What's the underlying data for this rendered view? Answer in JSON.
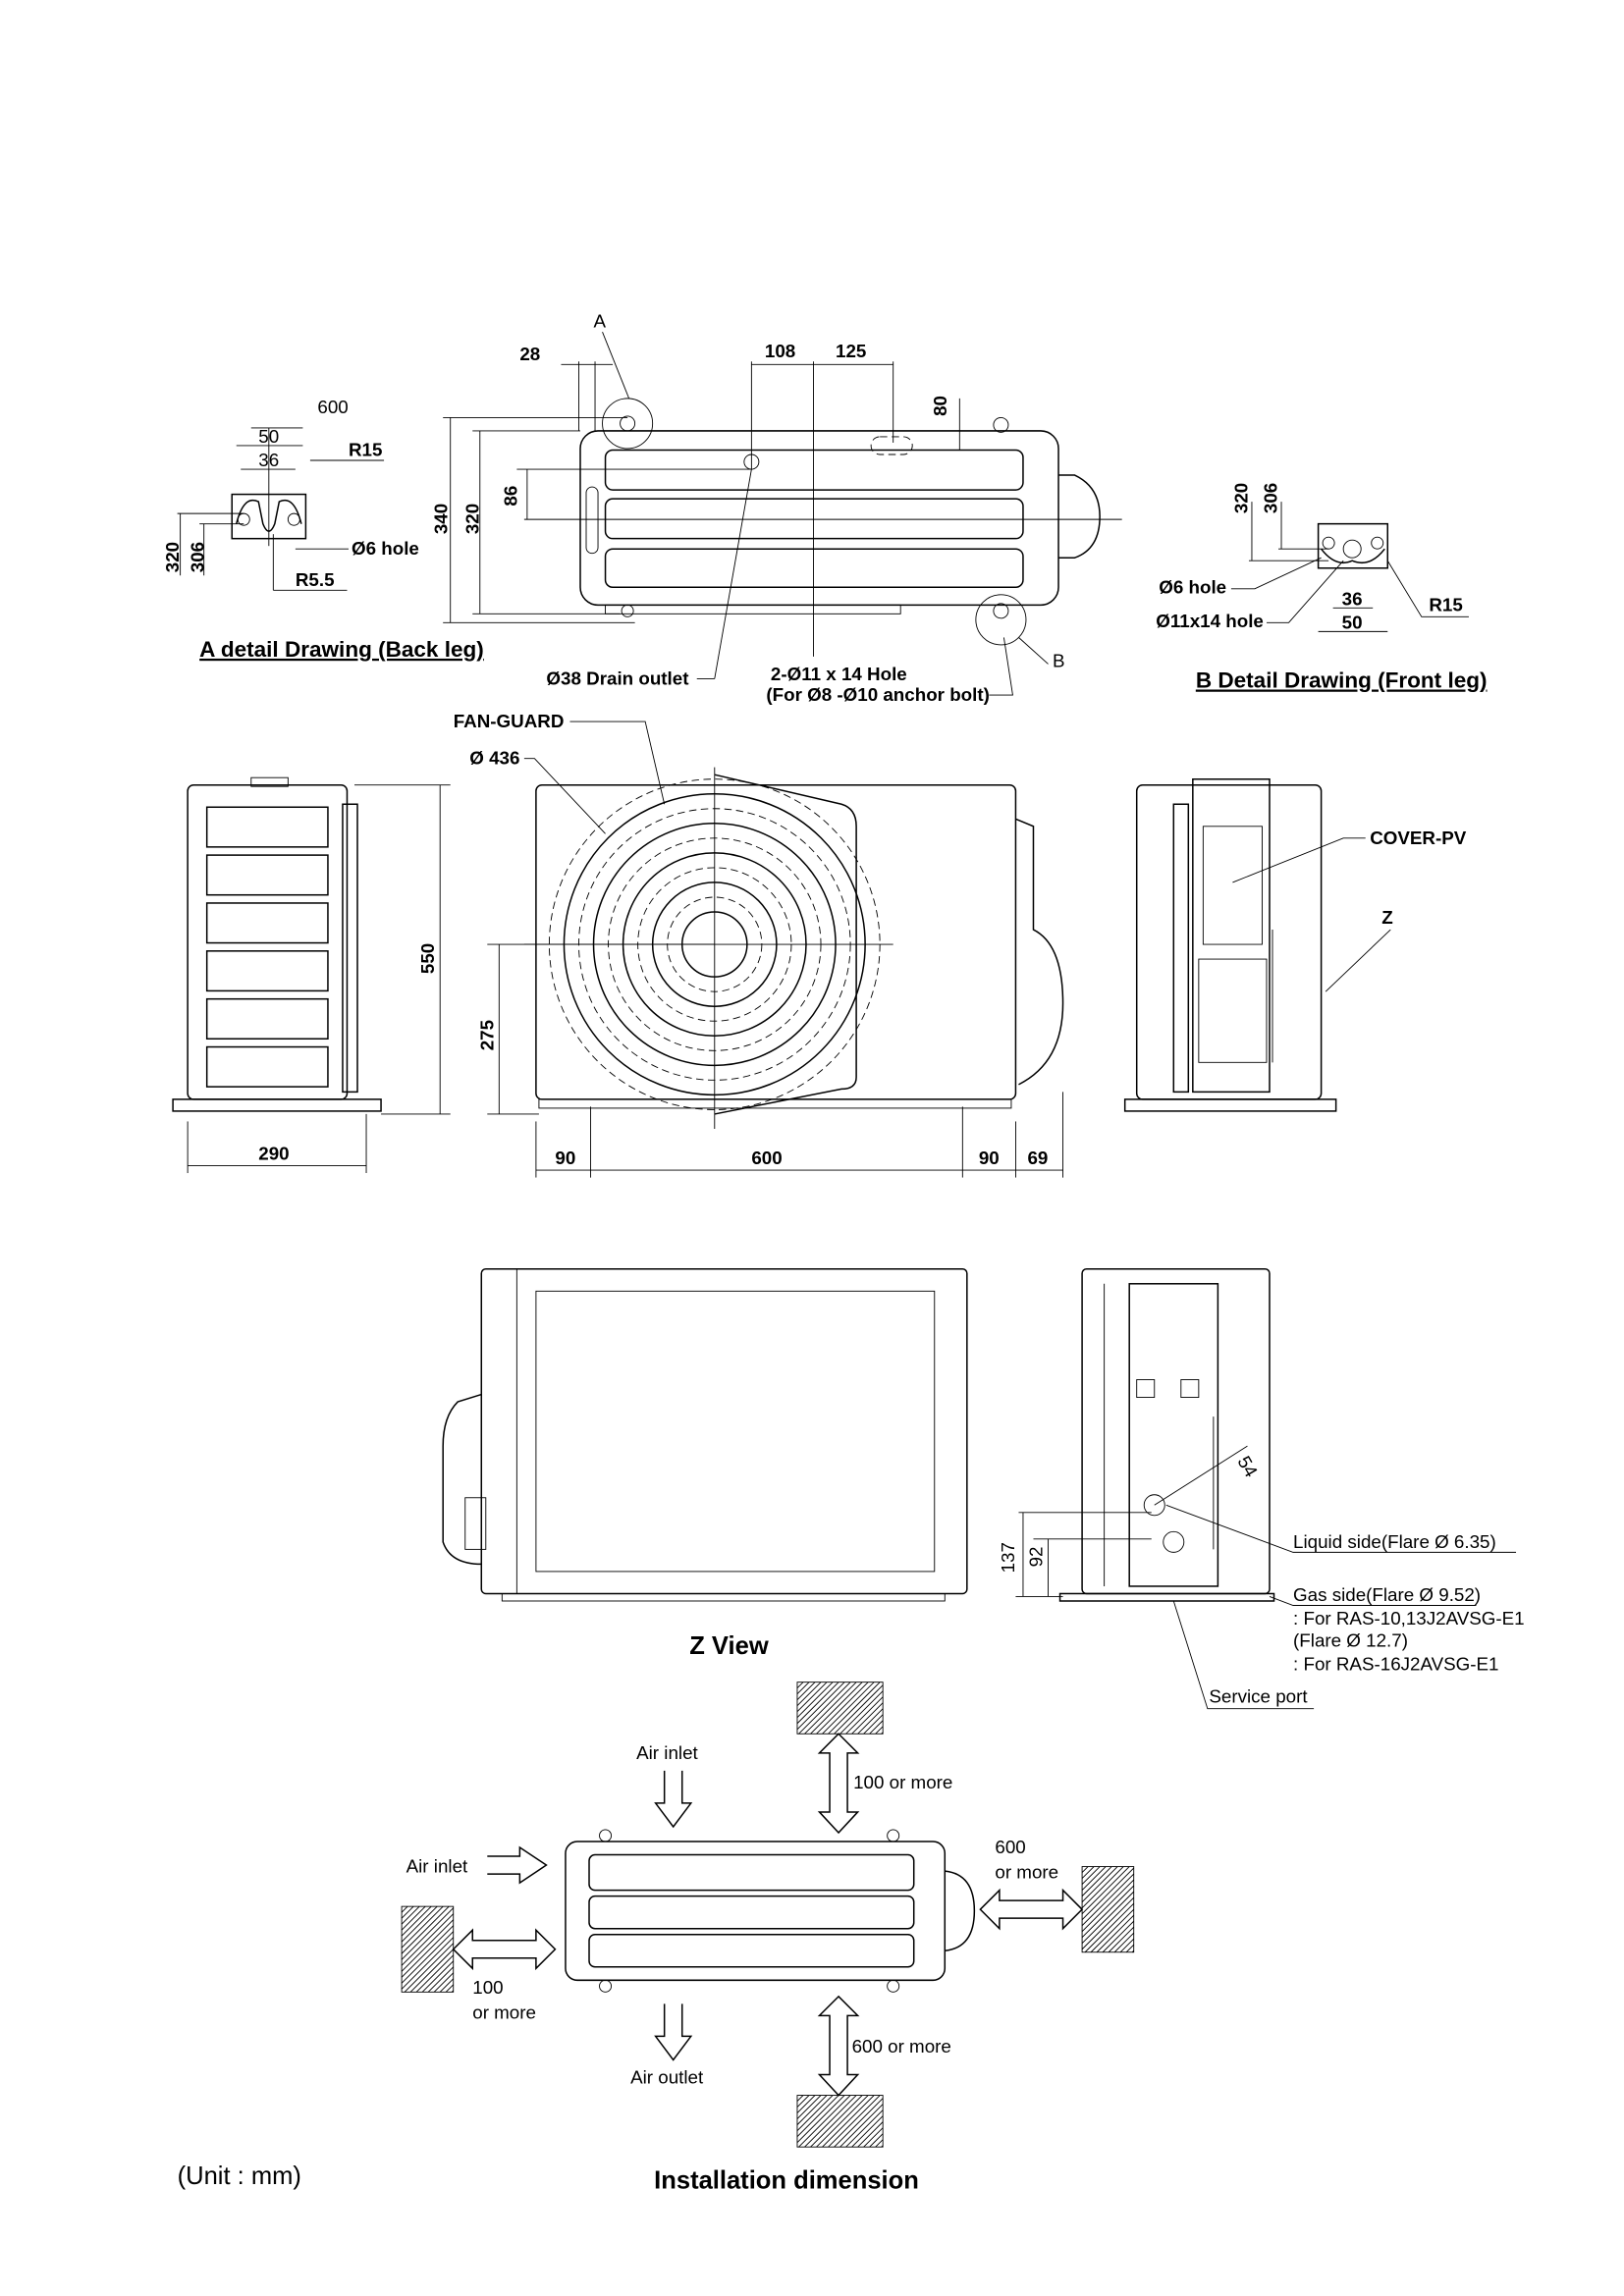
{
  "top_view": {
    "label_a": "A",
    "label_b": "B",
    "dim_28": "28",
    "dim_108": "108",
    "dim_125": "125",
    "dim_80": "80",
    "dim_86": "86",
    "dim_340": "340",
    "dim_320": "320",
    "drain_outlet": "Ø38 Drain outlet",
    "hole_line1": "2-Ø11 x 14  Hole",
    "hole_line2": "(For Ø8 -Ø10 anchor bolt)"
  },
  "detail_a": {
    "title": "A detail Drawing (Back leg)",
    "dim_600": "600",
    "dim_50": "50",
    "dim_36": "36",
    "r15": "R15",
    "hole": "Ø6 hole",
    "r55": "R5.5",
    "dim_320": "320",
    "dim_306": "306"
  },
  "detail_b": {
    "title": "B   Detail Drawing (Front leg)",
    "dim_320": "320",
    "dim_306": "306",
    "hole6": "Ø6 hole",
    "hole11": "Ø11x14 hole",
    "dim_36": "36",
    "dim_50": "50",
    "r15": "R15"
  },
  "front_view": {
    "fan_guard": "FAN-GUARD",
    "diameter": "Ø 436",
    "dim_550": "550",
    "dim_275": "275",
    "dim_290": "290",
    "dim_90a": "90",
    "dim_600": "600",
    "dim_90b": "90",
    "dim_69": "69",
    "cover_pv": "COVER-PV",
    "z_label": "Z"
  },
  "z_view": {
    "title": "Z View",
    "dim_137": "137",
    "dim_92": "92",
    "dim_54": "54",
    "liquid": "Liquid side(Flare Ø 6.35)",
    "gas1": "Gas side(Flare Ø 9.52)",
    "gas2": ": For RAS-10,13J2AVSG-E1",
    "gas3": "(Flare Ø 12.7)",
    "gas4": ": For RAS-16J2AVSG-E1",
    "service_port": "Service port"
  },
  "installation": {
    "title": "Installation dimension",
    "air_inlet_top": "Air inlet",
    "air_inlet_left": "Air inlet",
    "air_outlet": "Air outlet",
    "top_clearance": "100 or more",
    "right_clearance_1": "600",
    "right_clearance_2": "or more",
    "left_clearance_1": "100",
    "left_clearance_2": "or more",
    "bottom_clearance": "600 or more"
  },
  "unit_note": "(Unit : mm)"
}
